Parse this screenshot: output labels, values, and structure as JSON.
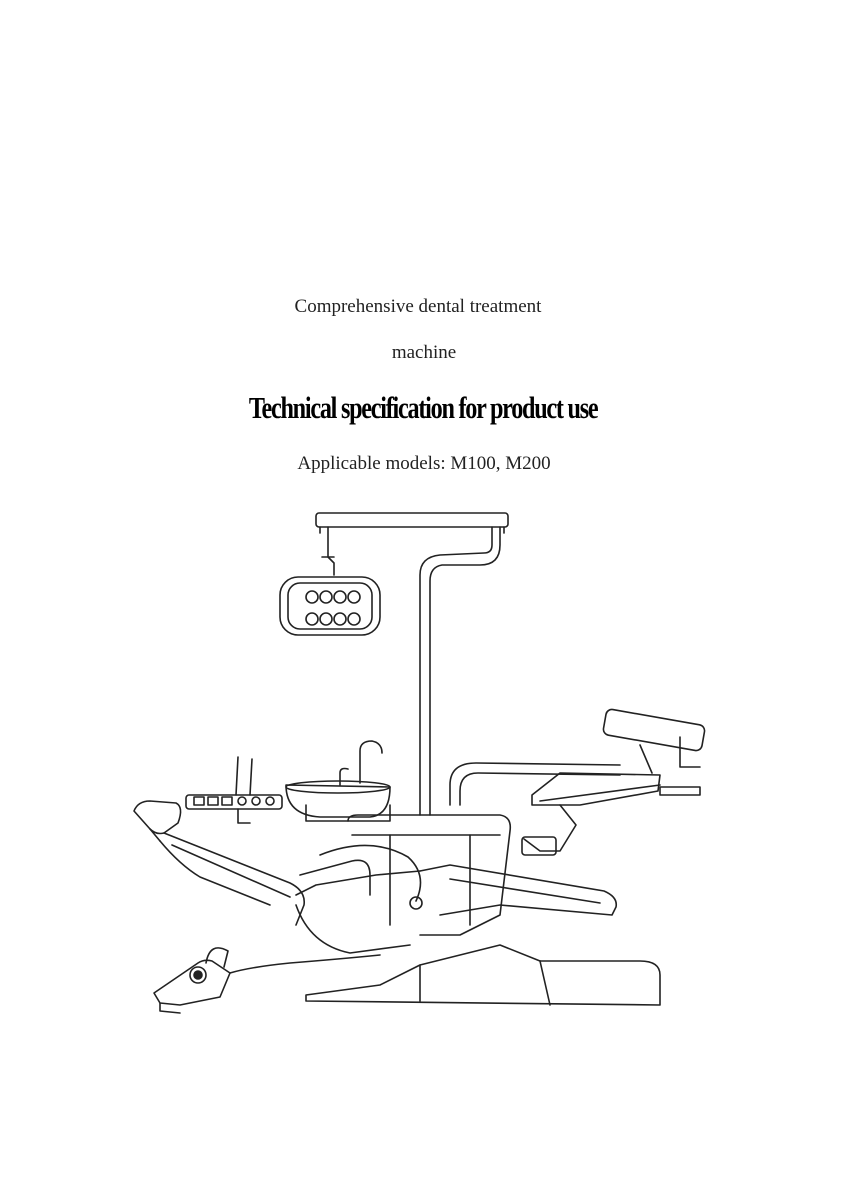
{
  "document": {
    "subtitle_line1": "Comprehensive dental treatment",
    "subtitle_line2": "machine",
    "title": "Technical specification for product use",
    "models": "Applicable models: M100, M200"
  },
  "illustration": {
    "icon": "dental-chair-unit-illustration"
  }
}
